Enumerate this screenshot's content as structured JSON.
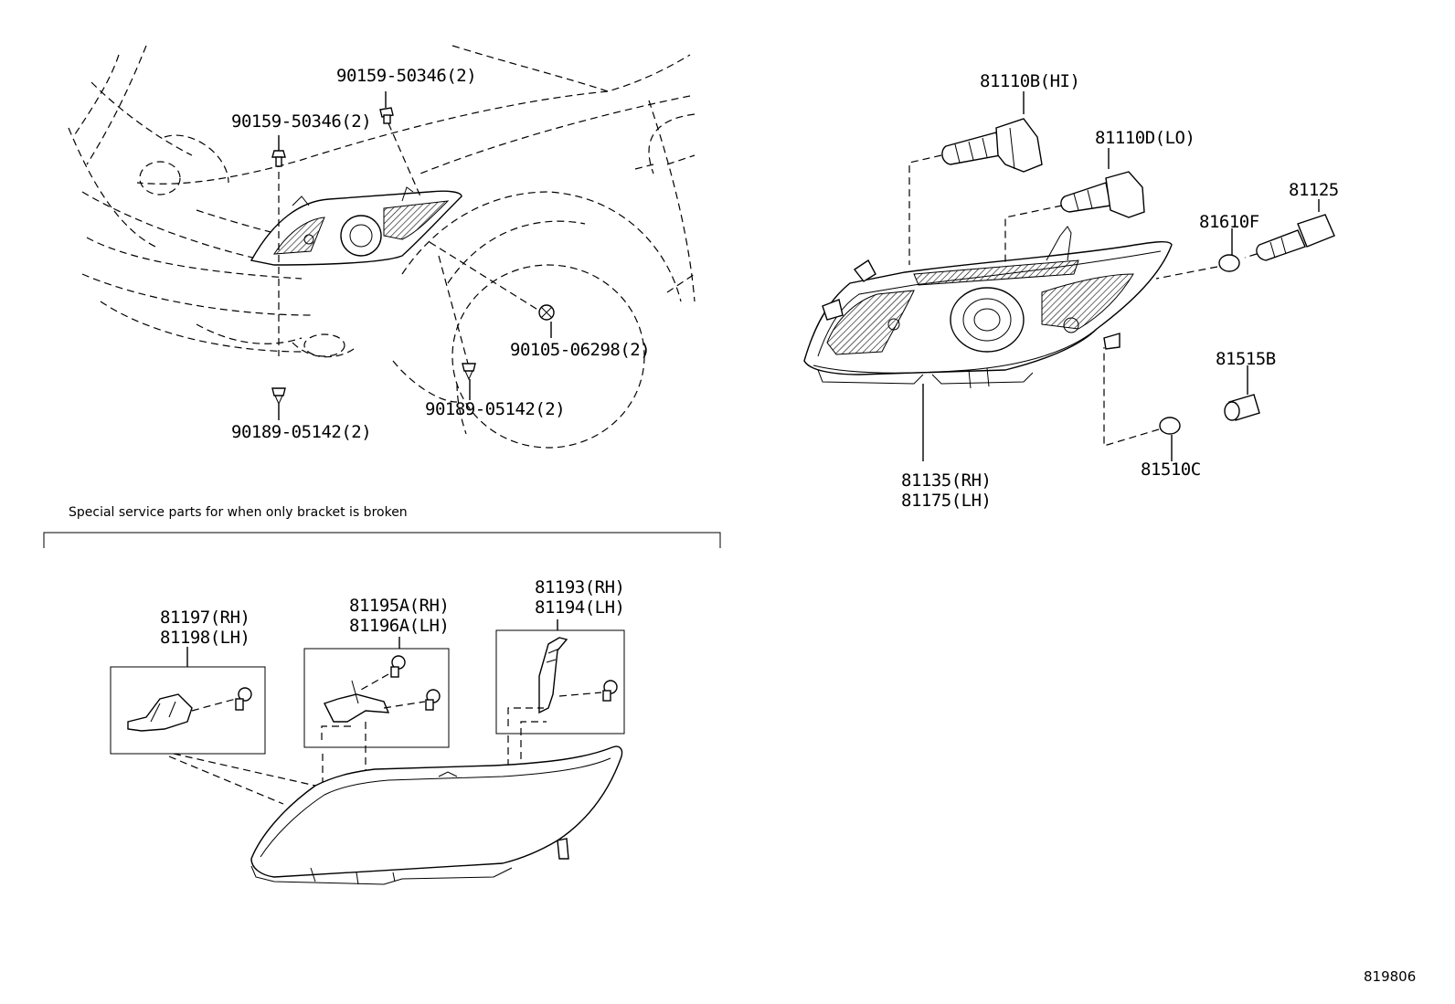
{
  "note": "Special service parts for when only bracket is broken",
  "figure_number": "819806",
  "labels": {
    "bolt_top_right": "90159-50346(2)",
    "bolt_top_left": "90159-50346(2)",
    "screw_fender": "90105-06298(2)",
    "clip_bottom_right": "90189-05142(2)",
    "clip_bottom_left": "90189-05142(2)",
    "bulb_hi": "81110B(HI)",
    "bulb_lo": "81110D(LO)",
    "socket_81125": "81125",
    "bulb_81610f": "81610F",
    "socket_81515b": "81515B",
    "bulb_81510c": "81510C",
    "headlamp_rh": "81135(RH)",
    "headlamp_lh": "81175(LH)",
    "bracket_81197_rh": "81197(RH)",
    "bracket_81198_lh": "81198(LH)",
    "bracket_81195a_rh": "81195A(RH)",
    "bracket_81196a_lh": "81196A(LH)",
    "bracket_81193_rh": "81193(RH)",
    "bracket_81194_lh": "81194(LH)"
  }
}
